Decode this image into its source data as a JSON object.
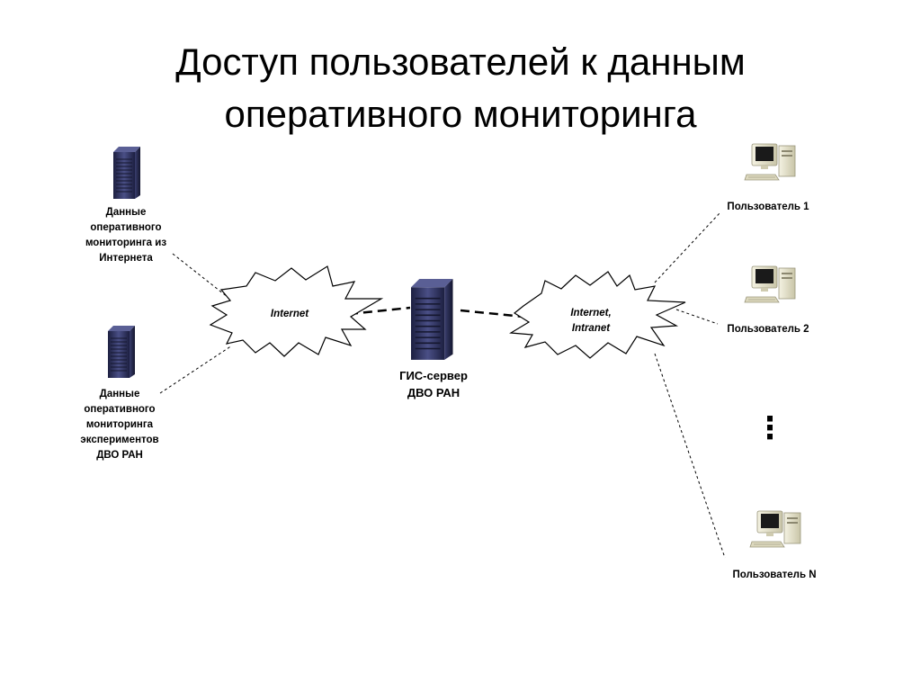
{
  "title": {
    "line1": "Доступ пользователей к данным",
    "line2": "оперативного мониторинга"
  },
  "sources": {
    "internet_data": [
      "Данные",
      "оперативного",
      "мониторинга из",
      "Интернета"
    ],
    "experiment_data": [
      "Данные",
      "оперативного",
      "мониторинга",
      "экспериментов",
      "ДВО РАН"
    ]
  },
  "clouds": {
    "left": [
      "Internet"
    ],
    "right": [
      "Internet,",
      "Intranet"
    ]
  },
  "server": {
    "label": [
      "ГИС-сервер",
      "ДВО РАН"
    ]
  },
  "users": {
    "user1": "Пользователь 1",
    "user2": "Пользователь 2",
    "ellipsis": "⋮",
    "userN": "Пользователь N"
  },
  "icons": {
    "server": "server-tower-icon",
    "computer": "desktop-computer-icon",
    "cloud": "network-cloud-icon"
  },
  "colors": {
    "server_body": "#2b2e57",
    "server_face": "#4a4f86",
    "computer_body": "#e6e3cc",
    "monitor_screen": "#1a1a1a"
  }
}
